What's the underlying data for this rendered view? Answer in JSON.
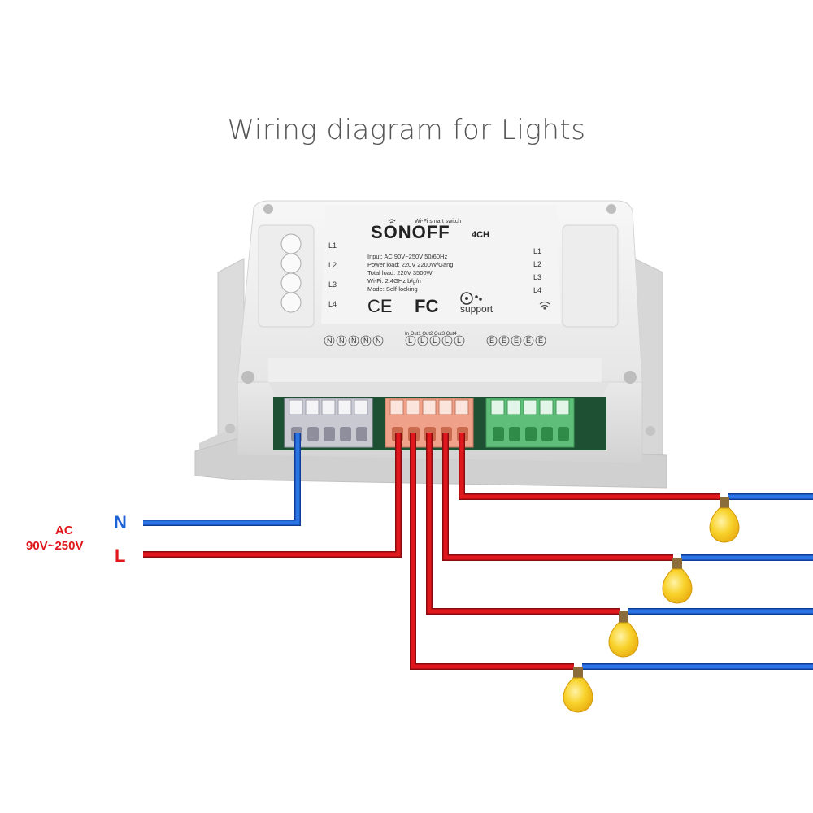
{
  "title": "Wiring diagram for Lights",
  "device": {
    "subtitle": "Wi-Fi smart switch",
    "brand": "SONOFF",
    "model": "4CH",
    "specs": [
      "Input: AC 90V~250V 50/60Hz",
      "Power load: 220V 2200W/Gang",
      "Total load: 220V 3500W",
      "Wi-Fi: 2.4GHz b/g/n",
      "Mode: Self-locking"
    ],
    "left_labels": [
      "L1",
      "L2",
      "L3",
      "L4"
    ],
    "right_labels": [
      "L1",
      "L2",
      "L3",
      "L4"
    ],
    "terminal_header": "In Out1 Out2 Out3 Out4",
    "terminals_n": [
      "N",
      "N",
      "N",
      "N",
      "N"
    ],
    "terminals_l": [
      "L",
      "L",
      "L",
      "L",
      "L"
    ],
    "terminals_e": [
      "E",
      "E",
      "E",
      "E",
      "E"
    ],
    "cert_ce": "CE",
    "cert_fc": "FC",
    "support": "support"
  },
  "supply": {
    "ac_label": "AC",
    "voltage": "90V~250V",
    "neutral": "N",
    "live": "L"
  },
  "colors": {
    "neutral_wire": "#1e63d6",
    "live_wire": "#d9161c",
    "n_block": "#c9c9d2",
    "l_block": "#f0a189",
    "e_block": "#5fbf7a",
    "bulb": "#f7c51c"
  },
  "icons": [
    "wifi-icon",
    "lightbulb-icon"
  ]
}
